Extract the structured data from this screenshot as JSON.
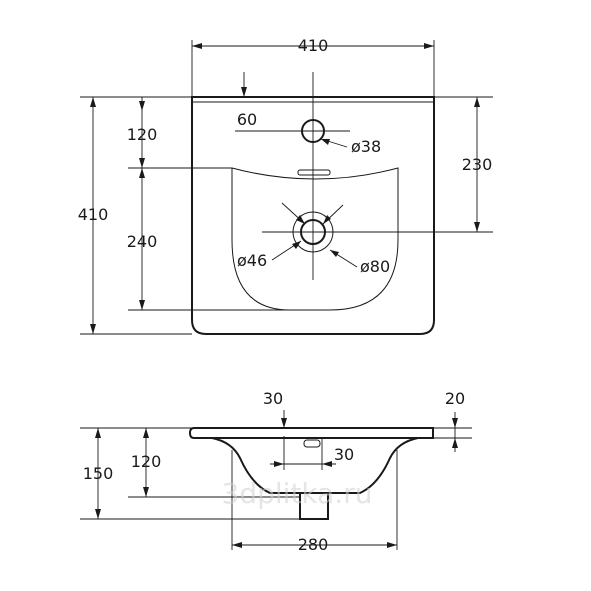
{
  "top_view": {
    "width": "410",
    "depth": "410",
    "top_to_faucet_axis": "120",
    "bowl_depth": "240",
    "faucet_hole_offset": "60",
    "faucet_hole_diameter": "ø38",
    "drain_axis_to_back": "230",
    "drain_diameter": "ø46",
    "drain_outer_diameter": "ø80"
  },
  "side_view": {
    "slab_offset": "30",
    "slab_thickness": "20",
    "total_height": "150",
    "bowl_height": "120",
    "overflow_offset": "30",
    "bowl_width": "280"
  },
  "watermark": "3dplitka.ru"
}
